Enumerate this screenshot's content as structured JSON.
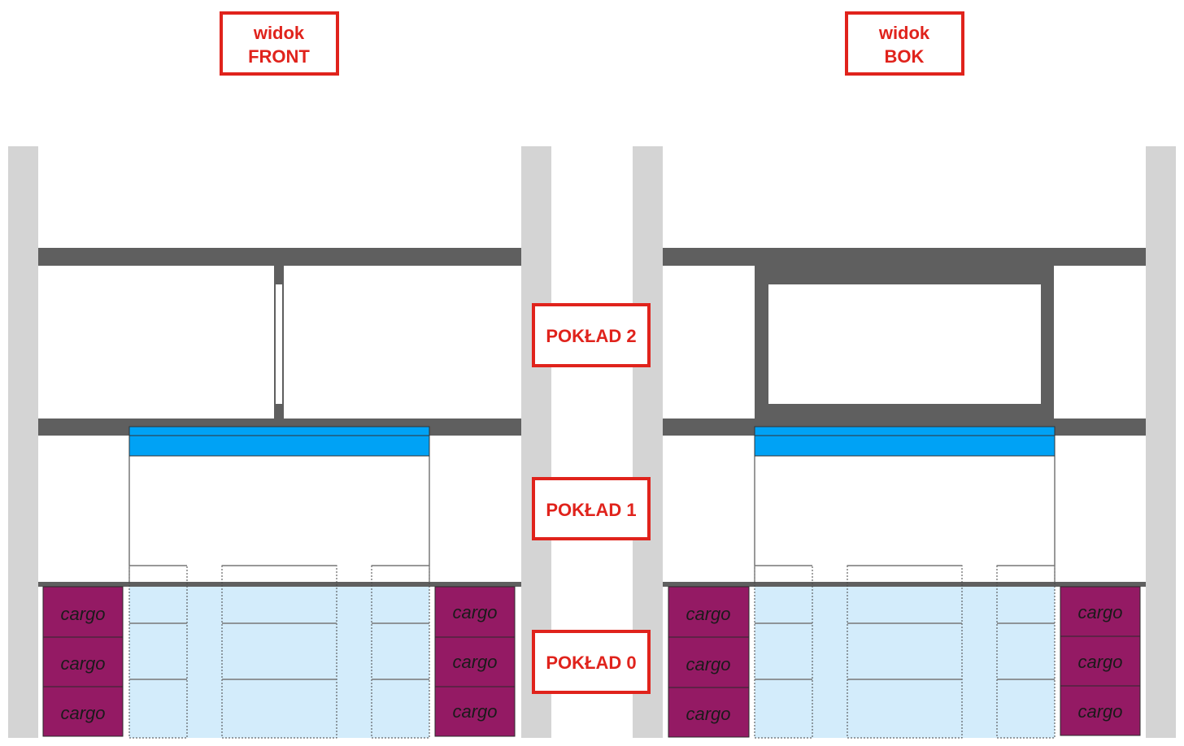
{
  "titles": {
    "front": {
      "line1": "widok",
      "line2": "FRONT"
    },
    "side": {
      "line1": "widok",
      "line2": "BOK"
    }
  },
  "decks": {
    "deck2": "POKŁAD 2",
    "deck1": "POKŁAD 1",
    "deck0": "POKŁAD 0"
  },
  "cargo_label": "cargo",
  "colors": {
    "label_red": "#e0231c",
    "wall_gray": "#d4d4d4",
    "slab_dark": "#5f5f5f",
    "accent_blue": "#00a2f5",
    "light_blue": "#d3ecfb",
    "cargo_purple": "#941a64"
  }
}
